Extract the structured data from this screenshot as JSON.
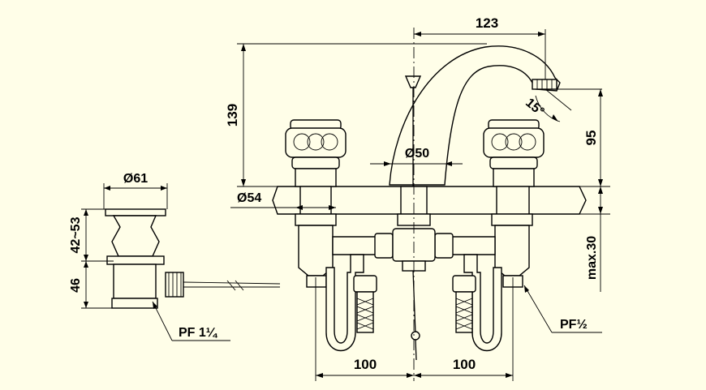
{
  "dimensions": {
    "spout_reach": "123",
    "height_total": "139",
    "spout_angle": "15°",
    "height_spout": "95",
    "diameter_spout_base": "Ø50",
    "diameter_deck": "Ø54",
    "max_deck": "max.30",
    "spacing_left": "100",
    "spacing_right": "100",
    "waste_diameter": "Ø61",
    "waste_height_range": "42~53",
    "waste_height": "46"
  },
  "callouts": {
    "waste_thread": "PF 1¼",
    "inlet_thread": "PF½"
  },
  "colors": {
    "background": "#fffee8",
    "line": "#000000"
  }
}
